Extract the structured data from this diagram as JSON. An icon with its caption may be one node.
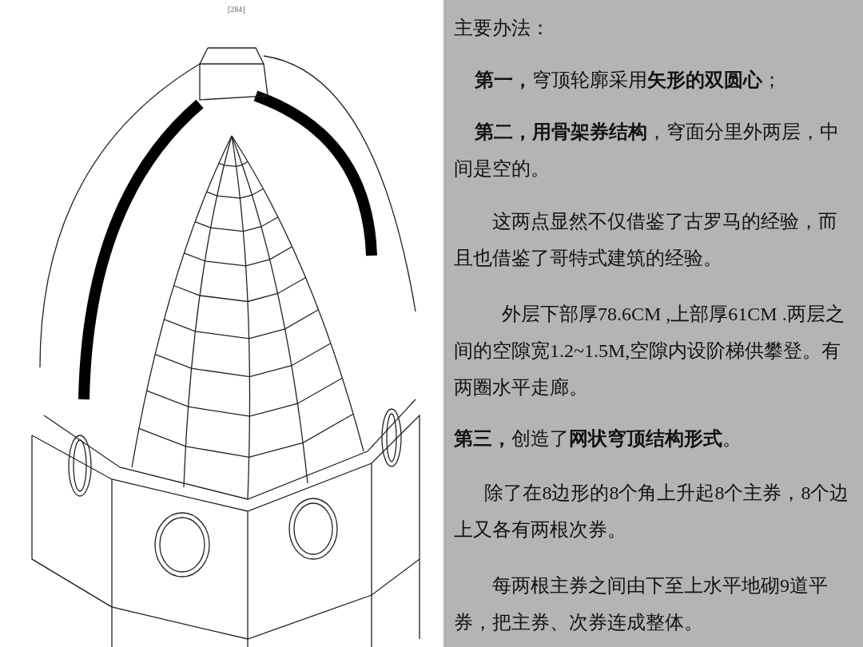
{
  "diagram": {
    "labels": [
      "[284]",
      "主要办法：",
      "**第一，**穹顶轮廓采用**矢形的双圆心**；",
      "**第二，用骨架券结构**，穹面分里外两层，中间是空的。",
      "这两点显然不仅借鉴了古罗马的经验，而且也借鉴了哥特式建筑的经验。",
      "外层下部厚78.6CM ,上部厚61CM .两层之间的空隙宽1.2~1.5M,空隙内设阶梯供攀登。有两圈水平走廊。",
      "**第三，**创造了**网状穹顶结构形式**。",
      "除了在8边形的8个角上升起8个主券，8个边上又各有两根次券。",
      "每两根主券之间由下至上水平地砌9道平券，把主券、次券连成整体。"
    ]
  }
}
